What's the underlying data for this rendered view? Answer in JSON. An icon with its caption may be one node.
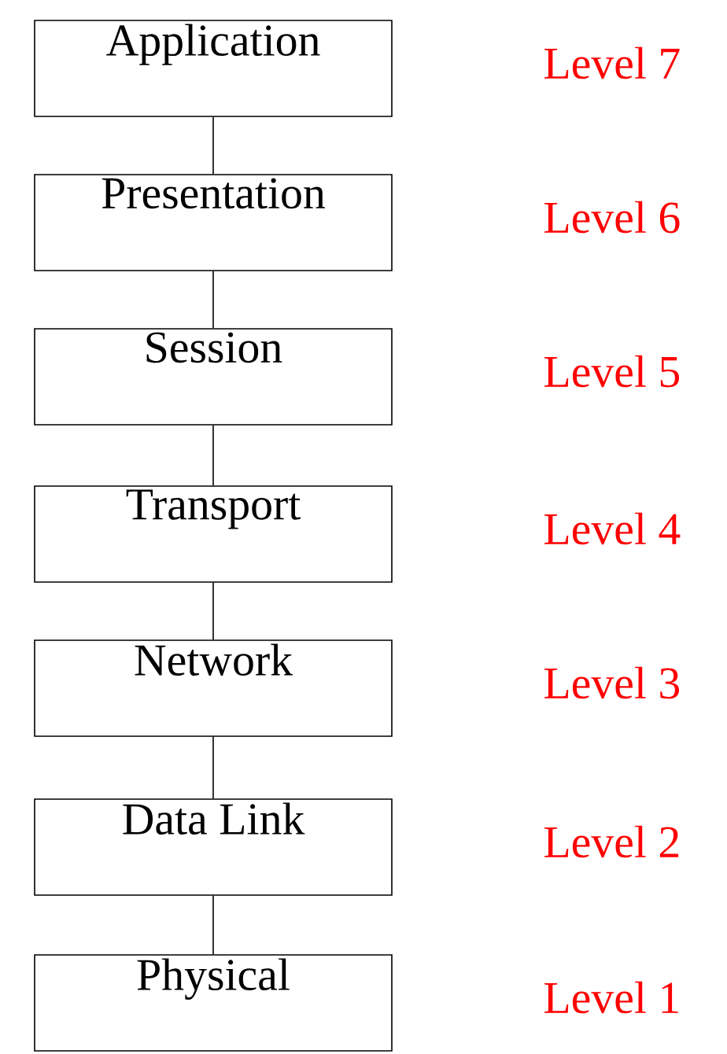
{
  "diagram": {
    "nodes": [
      {
        "text": [
          "Application"
        ],
        "beside": [
          "Level 7"
        ]
      },
      {
        "text": [
          "Presentation"
        ],
        "beside": [
          "Level 6"
        ]
      },
      {
        "text": [
          "Session"
        ],
        "beside": [
          "Level 5"
        ]
      },
      {
        "text": [
          "Transport"
        ],
        "beside": [
          "Level 4"
        ]
      },
      {
        "text": [
          "Network"
        ],
        "beside": [
          "Level 3"
        ]
      },
      {
        "text": [
          "Data Link"
        ],
        "beside": [
          "Level 2"
        ]
      },
      {
        "text": [
          "Physical"
        ],
        "beside": [
          "Level 1"
        ]
      }
    ],
    "edges": [
      {
        "from": 0,
        "to": 1,
        "arrow": "none"
      },
      {
        "from": 1,
        "to": 2,
        "arrow": "none"
      },
      {
        "from": 2,
        "to": 3,
        "arrow": "none"
      },
      {
        "from": 3,
        "to": 4,
        "arrow": "none"
      },
      {
        "from": 4,
        "to": 5,
        "arrow": "none"
      },
      {
        "from": 5,
        "to": 6,
        "arrow": "none"
      }
    ]
  }
}
